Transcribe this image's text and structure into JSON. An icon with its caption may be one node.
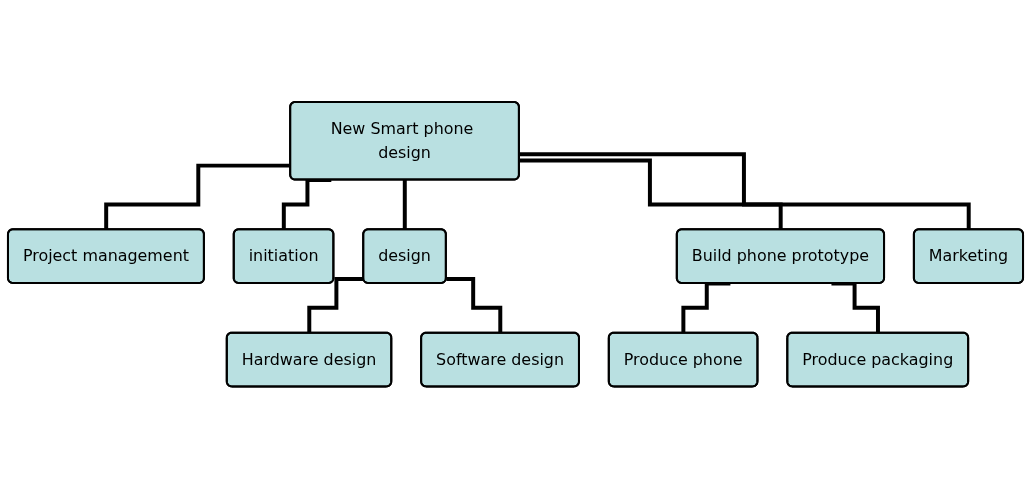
{
  "diagram": {
    "nodes": [
      {
        "text": [
          "New Smart phone design"
        ]
      },
      {
        "text": [
          "Project management"
        ]
      },
      {
        "text": [
          "initiation"
        ]
      },
      {
        "text": [
          "design"
        ]
      },
      {
        "text": [
          "Build phone prototype"
        ]
      },
      {
        "text": [
          "Marketing"
        ]
      },
      {
        "text": [
          "Hardware design"
        ]
      },
      {
        "text": [
          "Software design"
        ]
      },
      {
        "text": [
          "Produce phone"
        ]
      },
      {
        "text": [
          "Produce packaging"
        ]
      }
    ],
    "edges": [
      {
        "from": 0,
        "to": 1,
        "arrow": "none"
      },
      {
        "from": 0,
        "to": 2,
        "arrow": "none"
      },
      {
        "from": 0,
        "to": 3,
        "arrow": "none"
      },
      {
        "from": 0,
        "to": 4,
        "arrow": "none"
      },
      {
        "from": 0,
        "to": 5,
        "arrow": "none"
      },
      {
        "from": 3,
        "to": 6,
        "arrow": "none"
      },
      {
        "from": 3,
        "to": 7,
        "arrow": "none"
      },
      {
        "from": 4,
        "to": 8,
        "arrow": "none"
      },
      {
        "from": 4,
        "to": 9,
        "arrow": "none"
      }
    ]
  }
}
